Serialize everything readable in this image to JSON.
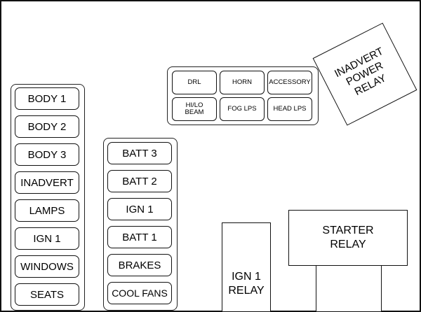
{
  "left_column": [
    "BODY 1",
    "BODY 2",
    "BODY 3",
    "INADVERT",
    "LAMPS",
    "IGN 1",
    "WINDOWS",
    "SEATS"
  ],
  "middle_column": [
    "BATT 3",
    "BATT 2",
    "IGN 1",
    "BATT 1",
    "BRAKES",
    "COOL FANS"
  ],
  "top_block": {
    "row1": [
      "DRL",
      "HORN",
      "ACCESSORY"
    ],
    "row2": [
      "HI/LO\nBEAM",
      "FOG LPS",
      "HEAD LPS"
    ]
  },
  "relays": {
    "inadvert_power": "INADVERT\nPOWER\nRELAY",
    "ign1": "IGN 1\nRELAY",
    "starter": "STARTER\nRELAY"
  }
}
